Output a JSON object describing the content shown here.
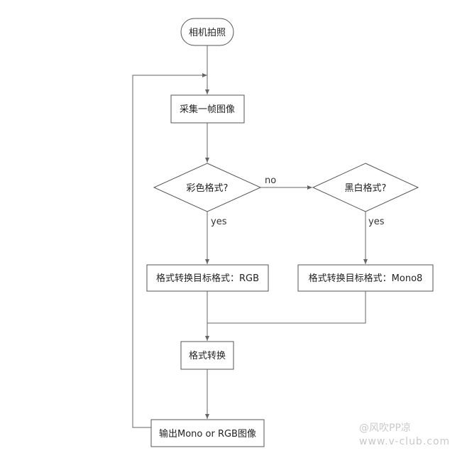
{
  "nodes": {
    "start": "相机拍照",
    "grab": "采集一帧图像",
    "is_color": "彩色格式?",
    "is_mono": "黑白格式?",
    "target_rgb": "格式转换目标格式：RGB",
    "target_mono": "格式转换目标格式：Mono8",
    "convert": "格式转换",
    "output": "输出Mono or RGB图像"
  },
  "edges": {
    "no": "no",
    "yes_color": "yes",
    "yes_mono": "yes"
  },
  "watermark": {
    "author": "@风吹PP凉",
    "site": "www.v-club.com"
  }
}
